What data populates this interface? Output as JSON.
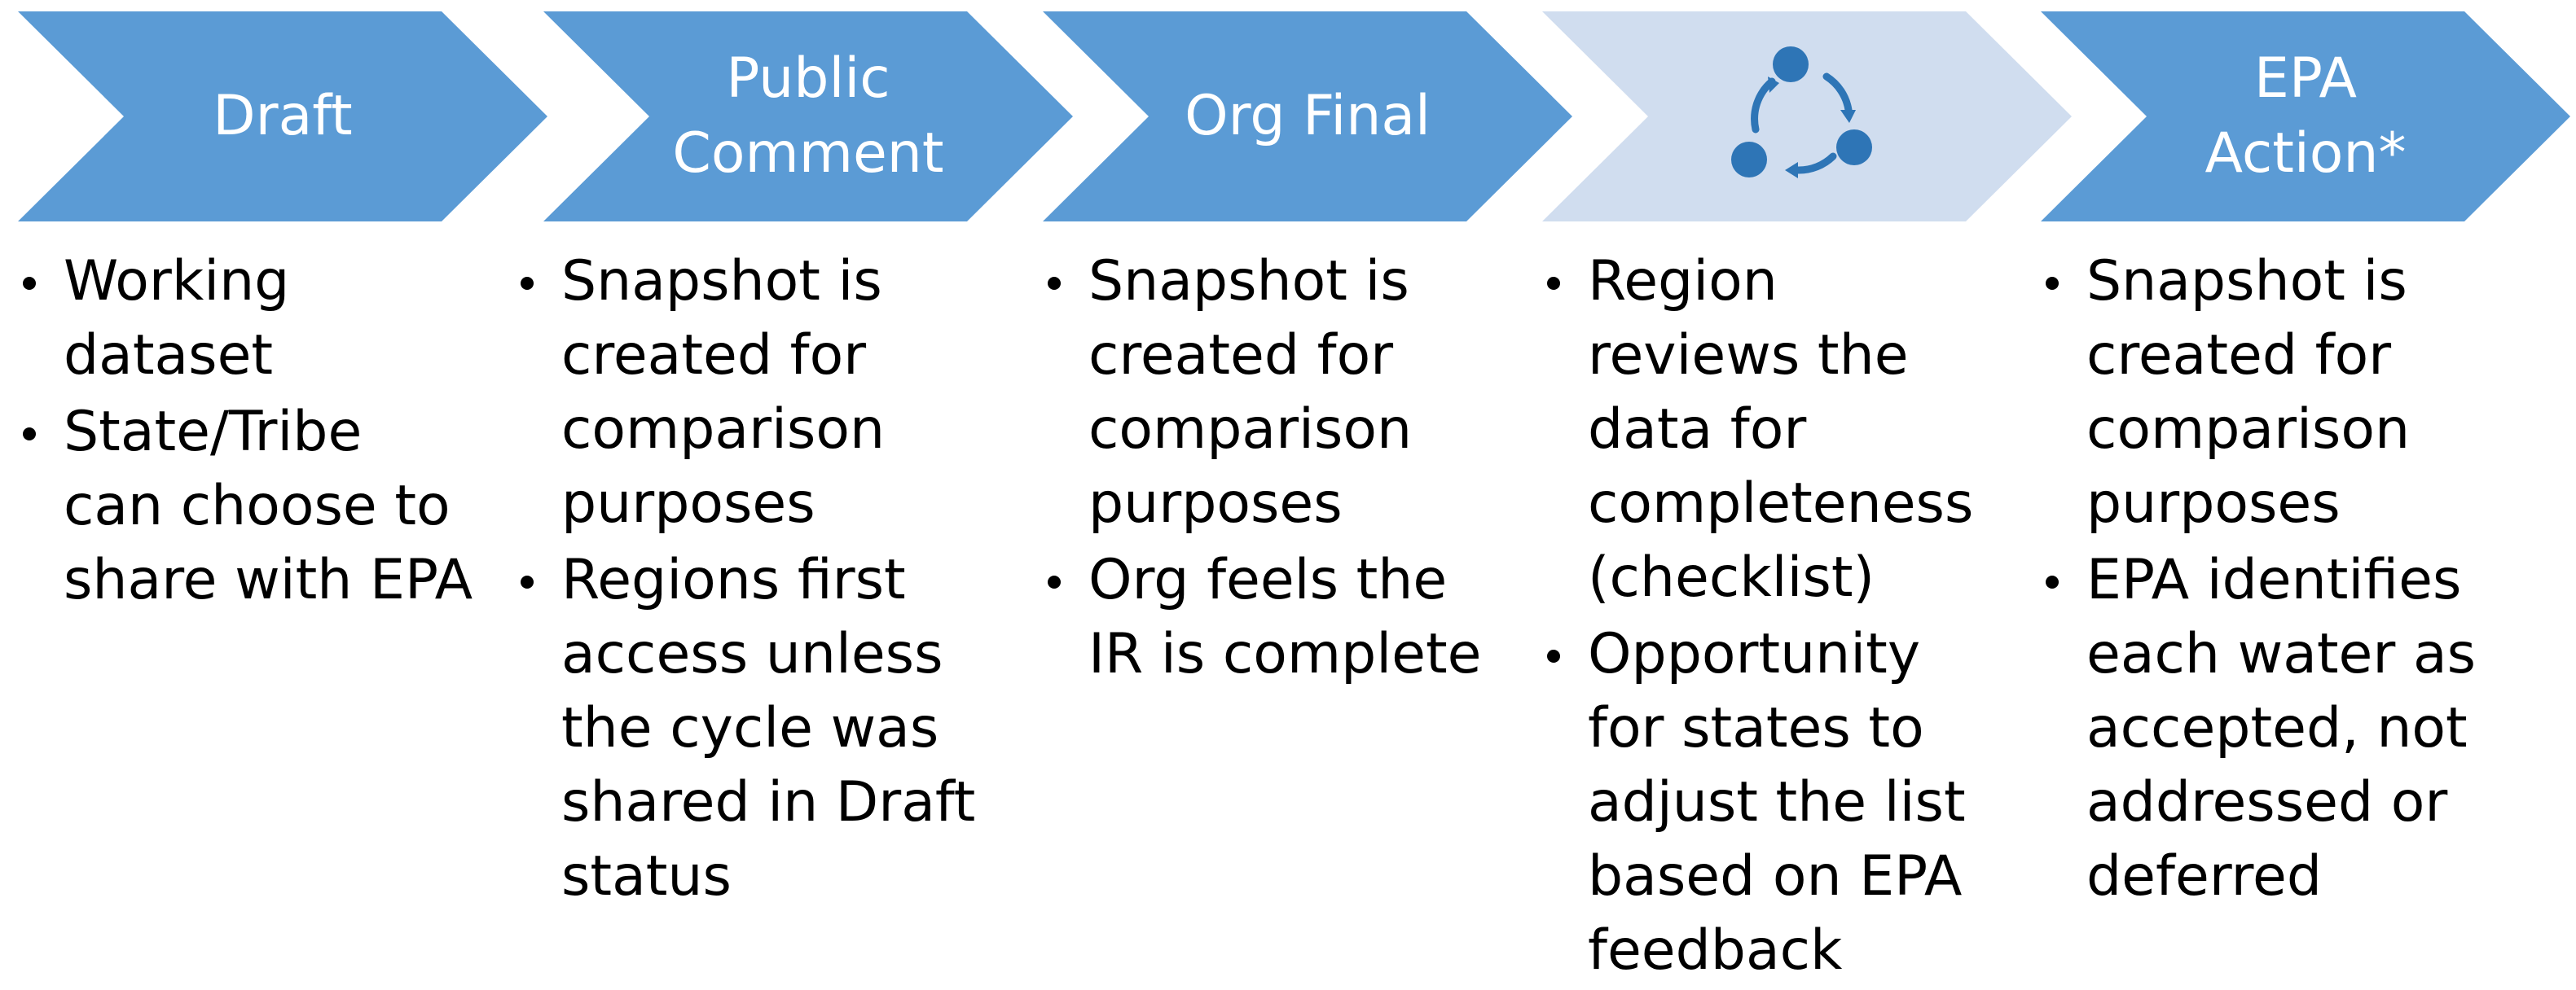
{
  "colors": {
    "chevron_active": "#5B9BD5",
    "chevron_muted": "#D0DDEF",
    "icon": "#2E75B6",
    "text_on_chevron": "#FFFFFF",
    "body_text": "#000000"
  },
  "steps": [
    {
      "label": "Draft",
      "icon": null,
      "bullets": [
        "Working dataset",
        "State/Tribe can choose to share with EPA"
      ]
    },
    {
      "label": "Public Comment",
      "icon": null,
      "bullets": [
        "Snapshot is created for comparison purposes",
        "Regions first access unless the cycle was shared in Draft status"
      ]
    },
    {
      "label": "Org Final",
      "icon": null,
      "bullets": [
        "Snapshot is created for comparison purposes",
        "Org feels the IR is complete"
      ]
    },
    {
      "label": "",
      "icon": "cycle-arrows-icon",
      "bullets": [
        "Region reviews the data for completeness (checklist)",
        "Opportunity for states to adjust the list based on EPA feedback"
      ]
    },
    {
      "label": "EPA Action*",
      "icon": null,
      "bullets": [
        "Snapshot is created for comparison purposes",
        "EPA identifies each water as accepted, not addressed or deferred"
      ]
    }
  ]
}
